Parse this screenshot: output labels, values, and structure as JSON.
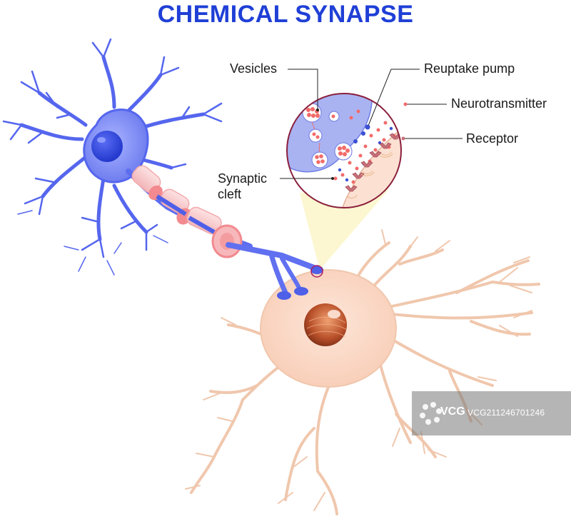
{
  "title": "CHEMICAL SYNAPSE",
  "labels": {
    "vesicles": "Vesicles",
    "reuptake_pump": "Reuptake pump",
    "neurotransmitter": "Neurotransmitter",
    "receptor": "Receptor",
    "synaptic_cleft_line1": "Synaptic",
    "synaptic_cleft_line2": "cleft"
  },
  "watermark": {
    "brand": "VCG",
    "code": "VCG21124670124​6"
  },
  "colors": {
    "title": "#1f3fd6",
    "presynaptic_neuron": "#6d7cf0",
    "presynaptic_dark": "#2b3fd8",
    "postsynaptic_neuron": "#fbd9c6",
    "postsynaptic_outline": "#e8b89c",
    "myelin": "#f4c7c9",
    "node": "#f08a92",
    "vesicle": "#f26b6b",
    "leader_line": "#222222"
  },
  "icons": {
    "watermark_logo": "vcg-logo-icon"
  }
}
